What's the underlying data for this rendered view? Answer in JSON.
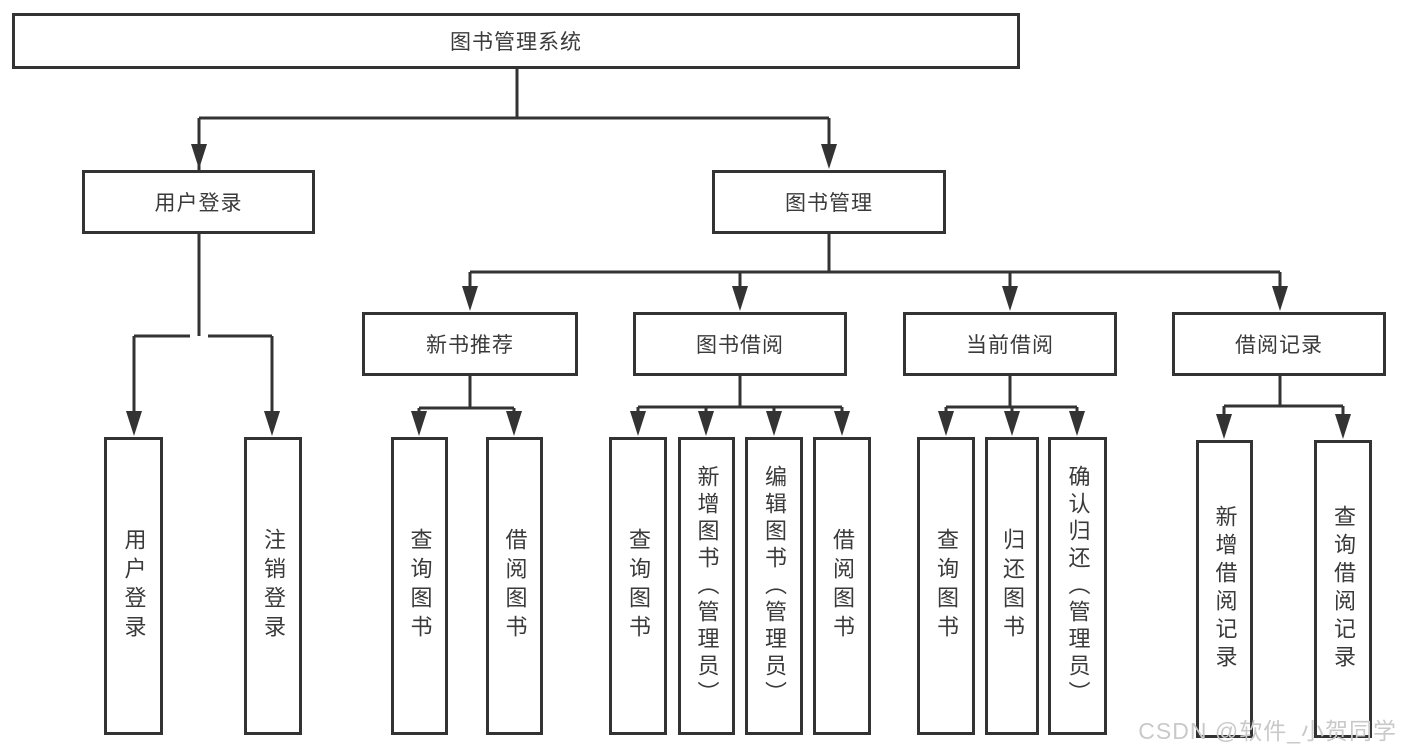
{
  "diagram": {
    "title": "图书管理系统",
    "tree": {
      "root": {
        "label": "图书管理系统",
        "children": [
          {
            "label": "用户登录",
            "children": [
              {
                "label": "用户登录"
              },
              {
                "label": "注销登录"
              }
            ]
          },
          {
            "label": "图书管理",
            "children": [
              {
                "label": "新书推荐",
                "children": [
                  {
                    "label": "查询图书"
                  },
                  {
                    "label": "借阅图书"
                  }
                ]
              },
              {
                "label": "图书借阅",
                "children": [
                  {
                    "label": "查询图书"
                  },
                  {
                    "label": "新增图书（管理员）"
                  },
                  {
                    "label": "编辑图书（管理员）"
                  },
                  {
                    "label": "借阅图书"
                  }
                ]
              },
              {
                "label": "当前借阅",
                "children": [
                  {
                    "label": "查询图书"
                  },
                  {
                    "label": "归还图书"
                  },
                  {
                    "label": "确认归还（管理员）"
                  }
                ]
              },
              {
                "label": "借阅记录",
                "children": [
                  {
                    "label": "新增借阅记录"
                  },
                  {
                    "label": "查询借阅记录"
                  }
                ]
              }
            ]
          }
        ]
      }
    },
    "colors": {
      "line": "#333333",
      "text": "#3a3a3a",
      "watermark": "#c9c9c9",
      "background": "#ffffff"
    }
  },
  "watermark": "CSDN @软件_小贺同学"
}
